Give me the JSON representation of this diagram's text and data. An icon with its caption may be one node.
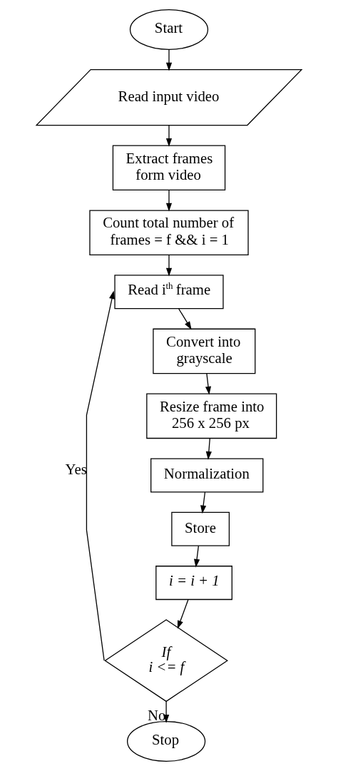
{
  "diagram": {
    "nodes": [
      {
        "text": [
          "Start"
        ]
      },
      {
        "text": [
          "Read input video"
        ]
      },
      {
        "text": [
          "Extract frames form video"
        ]
      },
      {
        "text": [
          "Count total number of frames = f && i = 1"
        ]
      },
      {
        "text": [
          "Read i$^{th}$ frame"
        ]
      },
      {
        "text": [
          "Convert into grayscale"
        ]
      },
      {
        "text": [
          "Resize frame into 256 x 256 px"
        ]
      },
      {
        "text": [
          "Normalization"
        ]
      },
      {
        "text": [
          "Store"
        ]
      },
      {
        "text": [
          "i = i + 1"
        ]
      },
      {
        "text": [
          "If i <= f"
        ]
      },
      {
        "text": [
          "Stop"
        ]
      }
    ],
    "edges": [
      {
        "from": 0,
        "to": 1,
        "arrow": "to"
      },
      {
        "from": 1,
        "to": 2,
        "arrow": "to"
      },
      {
        "from": 2,
        "to": 3,
        "arrow": "to"
      },
      {
        "from": 3,
        "to": 4,
        "arrow": "to"
      },
      {
        "from": 4,
        "to": 5,
        "arrow": "to"
      },
      {
        "from": 5,
        "to": 6,
        "arrow": "to"
      },
      {
        "from": 6,
        "to": 7,
        "arrow": "to"
      },
      {
        "from": 7,
        "to": 8,
        "arrow": "to"
      },
      {
        "from": 8,
        "to": 9,
        "arrow": "to"
      },
      {
        "from": 9,
        "to": 10,
        "arrow": "to"
      },
      {
        "from": 10,
        "to": 4,
        "label": "Yes",
        "arrow": "to"
      },
      {
        "from": 10,
        "to": 11,
        "label": "No",
        "arrow": "to"
      }
    ]
  }
}
